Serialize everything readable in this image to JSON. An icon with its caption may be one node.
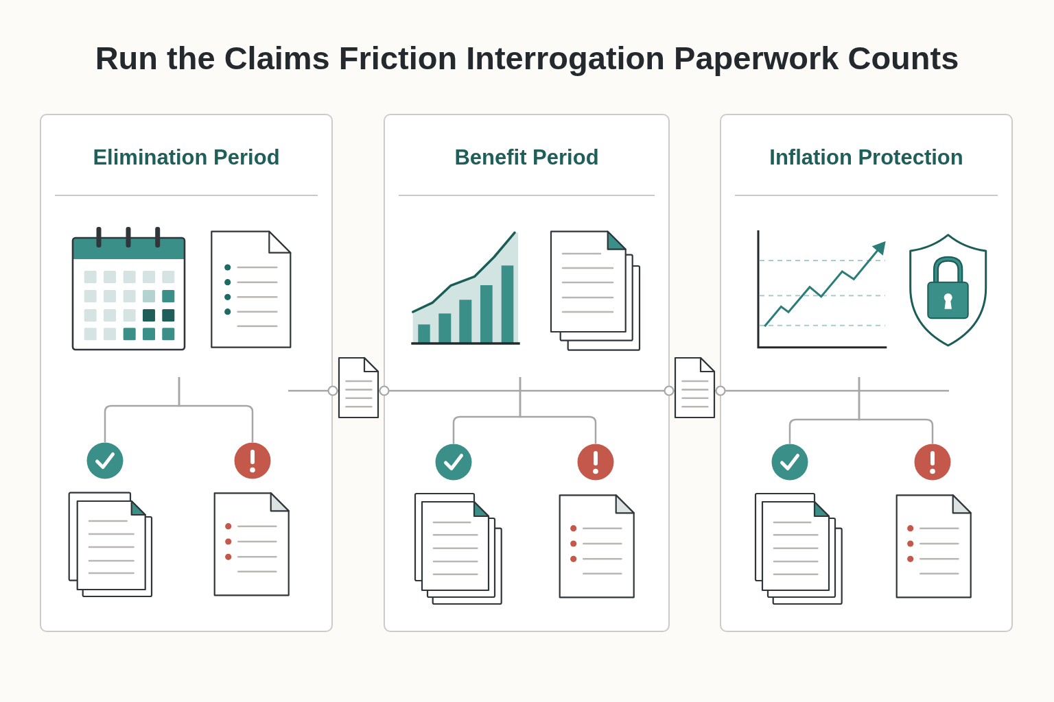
{
  "diagram": {
    "title": "Run the Claims Friction Interrogation Paperwork Counts",
    "nodes": [
      {
        "text": [
          "Elimination Period"
        ]
      },
      {
        "text": [],
        "shape": "circle",
        "in": 0
      },
      {
        "text": [],
        "shape": "circle",
        "in": 0
      },
      {
        "text": [],
        "shape": "document"
      },
      {
        "text": [
          "Benefit Period"
        ]
      },
      {
        "text": [],
        "shape": "circle",
        "in": 4
      },
      {
        "text": [],
        "shape": "circle",
        "in": 4
      },
      {
        "text": [],
        "shape": "document"
      },
      {
        "text": [
          "Inflation Protection"
        ]
      },
      {
        "text": [],
        "shape": "circle",
        "in": 8
      },
      {
        "text": [],
        "shape": "circle",
        "in": 8
      }
    ],
    "edges": [
      {
        "from": null,
        "to": 1,
        "arrow": "none"
      },
      {
        "from": null,
        "to": 2,
        "arrow": "none"
      },
      {
        "from": null,
        "to": 3,
        "arrow": "other"
      },
      {
        "from": 3,
        "to": 7,
        "arrow": "other"
      },
      {
        "from": null,
        "to": 5,
        "arrow": "none"
      },
      {
        "from": null,
        "to": 6,
        "arrow": "none"
      },
      {
        "from": 7,
        "to": null,
        "arrow": "other"
      },
      {
        "from": null,
        "to": 9,
        "arrow": "none"
      },
      {
        "from": null,
        "to": 10,
        "arrow": "none"
      }
    ]
  }
}
